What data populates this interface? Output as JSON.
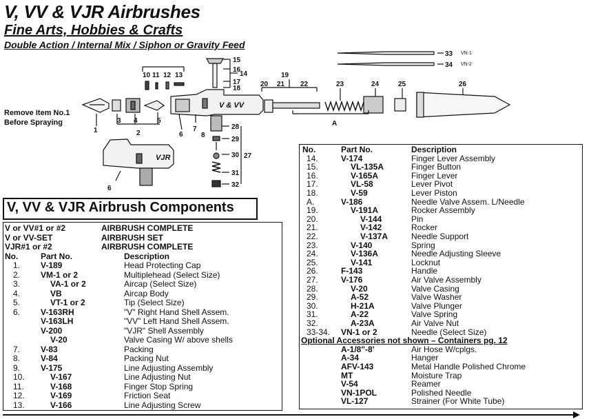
{
  "header": {
    "title": "V, VV & VJR Airbrushes",
    "subtitle": "Fine Arts, Hobbies & Crafts",
    "tagline": "Double Action / Internal Mix / Siphon or Gravity Feed"
  },
  "diagram": {
    "note_line1": "Remove Item No.1",
    "note_line2": "Before Spraying",
    "body_label_v": "V & VV",
    "body_label_vjr": "VJR",
    "callouts": [
      "1",
      "2",
      "3",
      "4",
      "5",
      "6",
      "7",
      "8",
      "10",
      "11",
      "12",
      "13",
      "14",
      "15",
      "16",
      "17",
      "18",
      "19",
      "20",
      "21",
      "22",
      "23",
      "24",
      "25",
      "26",
      "27",
      "28",
      "29",
      "30",
      "31",
      "32",
      "33",
      "34",
      "6",
      "A"
    ],
    "needle_labels": [
      "VN-1",
      "VN-2"
    ]
  },
  "components_title": "V, VV & VJR Airbrush Components",
  "left_table": {
    "sets": [
      {
        "part": "V or VV#1 or #2",
        "desc": "AIRBRUSH COMPLETE"
      },
      {
        "part": "V or VV-SET",
        "desc": "AIRBRUSH SET"
      },
      {
        "part": "VJR#1 or #2",
        "desc": "AIRBRUSH COMPLETE"
      }
    ],
    "headers": {
      "no": "No.",
      "part": "Part No.",
      "desc": "Description"
    },
    "rows": [
      {
        "no": "1.",
        "part": "V-189",
        "desc": "Head Protecting Cap",
        "indent": 0
      },
      {
        "no": "2.",
        "part": "VM-1 or 2",
        "desc": "Multiplehead (Select Size)",
        "indent": 0
      },
      {
        "no": "3.",
        "part": "VA-1 or 2",
        "desc": "Aircap (Select Size)",
        "indent": 1
      },
      {
        "no": "4.",
        "part": "VB",
        "desc": "Aircap Body",
        "indent": 1
      },
      {
        "no": "5.",
        "part": "VT-1 or 2",
        "desc": "Tip (Select Size)",
        "indent": 1
      },
      {
        "no": "6.",
        "part": "V-163RH",
        "desc": "\"V\" Right Hand Shell Assem.",
        "indent": 0
      },
      {
        "no": "",
        "part": "V-163LH",
        "desc": "\"VV\" Left Hand Shell Assem.",
        "indent": 0
      },
      {
        "no": "",
        "part": "V-200",
        "desc": "\"VJR\" Shell Assembly",
        "indent": 0
      },
      {
        "no": "",
        "part": "V-20",
        "desc": "Valve Casing W/ above shells",
        "indent": 1
      },
      {
        "no": "7.",
        "part": "V-83",
        "desc": "Packing",
        "indent": 0
      },
      {
        "no": "8.",
        "part": "V-84",
        "desc": "Packing Nut",
        "indent": 0
      },
      {
        "no": "9.",
        "part": "V-175",
        "desc": "Line Adjusting Assembly",
        "indent": 0
      },
      {
        "no": "10.",
        "part": "V-167",
        "desc": "Line Adjusting Nut",
        "indent": 1
      },
      {
        "no": "11.",
        "part": "V-168",
        "desc": "Finger Stop Spring",
        "indent": 1
      },
      {
        "no": "12.",
        "part": "V-169",
        "desc": "Friction Seat",
        "indent": 1
      },
      {
        "no": "13.",
        "part": "V-166",
        "desc": "Line Adjusting Screw",
        "indent": 1
      }
    ]
  },
  "right_table": {
    "headers": {
      "no": "No.",
      "part": "Part No.",
      "desc": "Description"
    },
    "rows": [
      {
        "no": "14.",
        "part": "V-174",
        "desc": "Finger Lever Assembly",
        "indent": 0
      },
      {
        "no": "15.",
        "part": "VL-135A",
        "desc": "Finger Button",
        "indent": 1
      },
      {
        "no": "16.",
        "part": "V-165A",
        "desc": "Finger Lever",
        "indent": 1
      },
      {
        "no": "17.",
        "part": "VL-58",
        "desc": "Lever Pivot",
        "indent": 1
      },
      {
        "no": "18.",
        "part": "V-59",
        "desc": "Lever Piston",
        "indent": 1
      },
      {
        "no": "A.",
        "part": "V-186",
        "desc": "Needle Valve Assem. L/Needle",
        "indent": 0
      },
      {
        "no": "19.",
        "part": "V-191A",
        "desc": "Rocker Assembly",
        "indent": 1
      },
      {
        "no": "20.",
        "part": "V-144",
        "desc": "Pin",
        "indent": 2
      },
      {
        "no": "21.",
        "part": "V-142",
        "desc": "Rocker",
        "indent": 2
      },
      {
        "no": "22.",
        "part": "V-137A",
        "desc": "Needle Support",
        "indent": 2
      },
      {
        "no": "23.",
        "part": "V-140",
        "desc": "Spring",
        "indent": 1
      },
      {
        "no": "24.",
        "part": "V-136A",
        "desc": "Needle Adjusting Sleeve",
        "indent": 1
      },
      {
        "no": "25.",
        "part": "V-141",
        "desc": "Locknut",
        "indent": 1
      },
      {
        "no": "26.",
        "part": "F-143",
        "desc": "Handle",
        "indent": 0
      },
      {
        "no": "27.",
        "part": "V-176",
        "desc": "Air Valve Assembly",
        "indent": 0
      },
      {
        "no": "28.",
        "part": "V-20",
        "desc": "Valve Casing",
        "indent": 1
      },
      {
        "no": "29.",
        "part": "A-52",
        "desc": "Valve Washer",
        "indent": 1
      },
      {
        "no": "30.",
        "part": "H-21A",
        "desc": "Valve Plunger",
        "indent": 1
      },
      {
        "no": "31.",
        "part": "A-22",
        "desc": "Valve Spring",
        "indent": 1
      },
      {
        "no": "32.",
        "part": "A-23A",
        "desc": "Air Valve Nut",
        "indent": 1
      },
      {
        "no": "33-34.",
        "part": "VN-1 or 2",
        "desc": "Needle (Select Size)",
        "indent": 0
      }
    ],
    "accessories_title": "Optional Accessories not shown – Containers pg. 12",
    "accessories": [
      {
        "part": "A-1/8\"-8'",
        "desc": "Air Hose W/cplgs."
      },
      {
        "part": "A-34",
        "desc": "Hanger"
      },
      {
        "part": "AFV-143",
        "desc": "Metal Handle Polished Chrome"
      },
      {
        "part": "MT",
        "desc": "Moisture Trap"
      },
      {
        "part": "V-54",
        "desc": "Reamer"
      },
      {
        "part": "VN-1POL",
        "desc": "Polished Needle"
      },
      {
        "part": "VL-127",
        "desc": "Strainer (For White Tube)"
      }
    ]
  }
}
